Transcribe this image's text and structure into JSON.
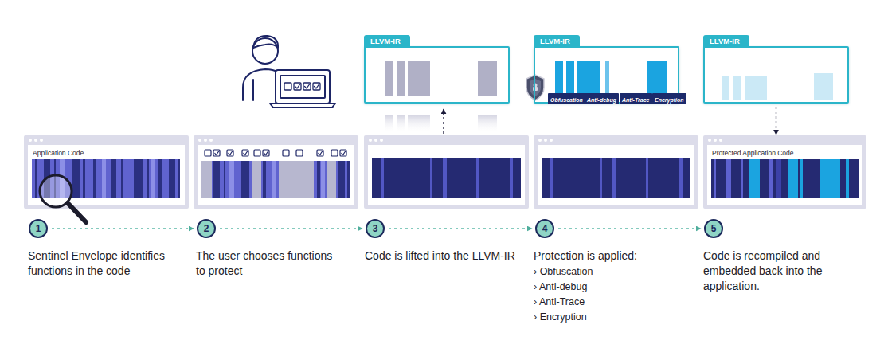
{
  "diagram": {
    "nodes": [
      {
        "text": [
          "LLVM-IR"
        ]
      },
      {
        "text": [
          "LLVM-IR"
        ]
      },
      {
        "text": [
          "Obfuscation"
        ],
        "in": 1
      },
      {
        "text": [
          "Anti-debug"
        ],
        "in": 1
      },
      {
        "text": [
          "Anti-Trace"
        ],
        "in": 1
      },
      {
        "text": [
          "Encryption"
        ],
        "in": 1
      },
      {
        "text": [
          "LLVM-IR"
        ]
      },
      {
        "text": [
          "Application Code"
        ]
      },
      {
        "text": [
          "Protected Application Code"
        ]
      },
      {
        "text": [
          "1"
        ]
      },
      {
        "text": [
          "2"
        ]
      },
      {
        "text": [
          "3"
        ]
      },
      {
        "text": [
          "4"
        ]
      },
      {
        "text": [
          "5"
        ]
      }
    ],
    "edges": [
      {
        "from": 6,
        "to": 8,
        "arrow": "to"
      },
      {
        "from": 9,
        "to": 10,
        "arrow": "to"
      },
      {
        "from": 10,
        "to": 11,
        "arrow": "to"
      },
      {
        "from": 11,
        "to": 12,
        "arrow": "to"
      },
      {
        "from": 12,
        "to": 13,
        "arrow": "to"
      }
    ],
    "labels": [
      "Sentinel Envelope identifies functions in the code",
      "The user chooses functions to protect",
      "Code is lifted into the LLVM-IR",
      "Protection is applied:",
      "› Obfuscation",
      "› Anti-debug",
      "› Anti-Trace",
      "› Encryption",
      "Code is recompiled and embedded back into the application."
    ]
  }
}
